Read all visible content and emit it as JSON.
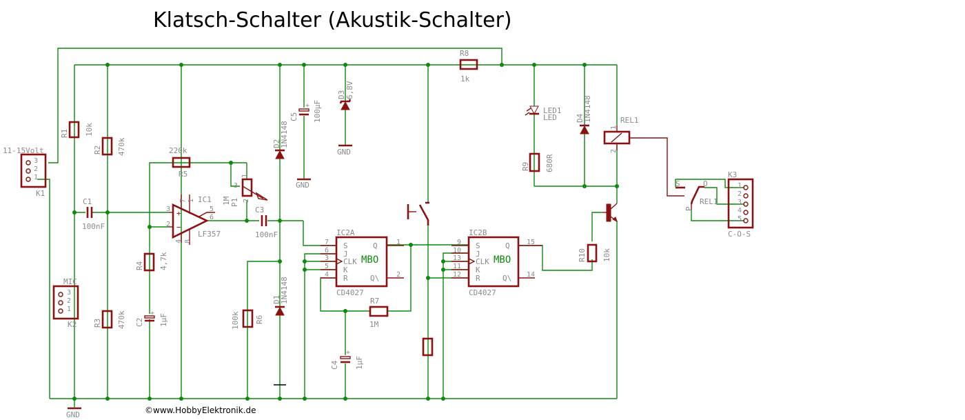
{
  "title": "Klatsch-Schalter (Akustik-Schalter)",
  "copyright": "©www.HobbyElektronik.de",
  "colors": {
    "wire": "#0b8a0b",
    "part": "#8b1010",
    "label": "#8a8a8a"
  },
  "connectors": {
    "K1": {
      "name": "K1",
      "label": "11-15Volt",
      "pins": [
        "3",
        "2",
        "1"
      ]
    },
    "K2": {
      "name": "K2",
      "label": "MIC",
      "pins": [
        "3",
        "2",
        "1"
      ]
    },
    "K3": {
      "name": "K3",
      "label": "C-O-S",
      "pins": [
        "1",
        "2",
        "3",
        "4",
        "5"
      ]
    }
  },
  "resistors": {
    "R1": {
      "name": "R1",
      "value": "10k"
    },
    "R2": {
      "name": "R2",
      "value": "470k"
    },
    "R3": {
      "name": "R3",
      "value": "470k"
    },
    "R4": {
      "name": "R4",
      "value": "4,7k"
    },
    "R5": {
      "name": "R5",
      "value": "220k"
    },
    "R6": {
      "name": "R6",
      "value": "100k"
    },
    "R7": {
      "name": "R7",
      "value": "1M"
    },
    "R8": {
      "name": "R8",
      "value": "1k"
    },
    "R9": {
      "name": "R9",
      "value": "680R"
    },
    "R10": {
      "name": "R10",
      "value": "10k"
    },
    "P1": {
      "name": "P1",
      "value": "1M"
    }
  },
  "capacitors": {
    "C1": {
      "name": "C1",
      "value": "100nF"
    },
    "C2": {
      "name": "C2",
      "value": "1µF"
    },
    "C3": {
      "name": "C3",
      "value": "100nF"
    },
    "C4": {
      "name": "C4",
      "value": "1µF"
    },
    "C5": {
      "name": "C5",
      "value": "100µF"
    }
  },
  "diodes": {
    "D1": {
      "name": "D1",
      "value": "1N4148"
    },
    "D2": {
      "name": "D2",
      "value": "1N4148"
    },
    "D3": {
      "name": "D3",
      "value": "6,8V"
    },
    "D4": {
      "name": "D4",
      "value": "1N4148"
    },
    "LED1": {
      "name": "LED1",
      "value": "LED"
    }
  },
  "ics": {
    "IC1": {
      "name": "IC1",
      "type": "LF357",
      "pins": {
        "in_plus": "3",
        "in_minus": "2",
        "out": "6",
        "p5": "5",
        "p7": "7",
        "p1": "1",
        "p4": "4",
        "p8": "8"
      }
    },
    "IC2A": {
      "name": "IC2A",
      "type": "CD4027",
      "mark": "MBO",
      "pins": {
        "S": "7",
        "J": "6",
        "CLK": "3",
        "K": "5",
        "R": "4",
        "Q": "1",
        "Qn": "2"
      }
    },
    "IC2B": {
      "name": "IC2B",
      "type": "CD4027",
      "mark": "MBO",
      "pins": {
        "S": "9",
        "J": "10",
        "CLK": "13",
        "K": "11",
        "R": "12",
        "Q": "15",
        "Qn": "14"
      }
    }
  },
  "ff_labels": {
    "S": "S",
    "J": "J",
    "CLK": "CLK",
    "K": "K",
    "R": "R",
    "Q": "Q",
    "Qn": "Q\\"
  },
  "pot_pins": {
    "p1": "1",
    "p2": "2",
    "p3": "3"
  },
  "relay": {
    "name": "REL1",
    "pin1": "1",
    "pin2": "2",
    "contact_name": "REL1",
    "s": "S",
    "o": "O",
    "p": "P"
  },
  "gnd_label": "GND"
}
